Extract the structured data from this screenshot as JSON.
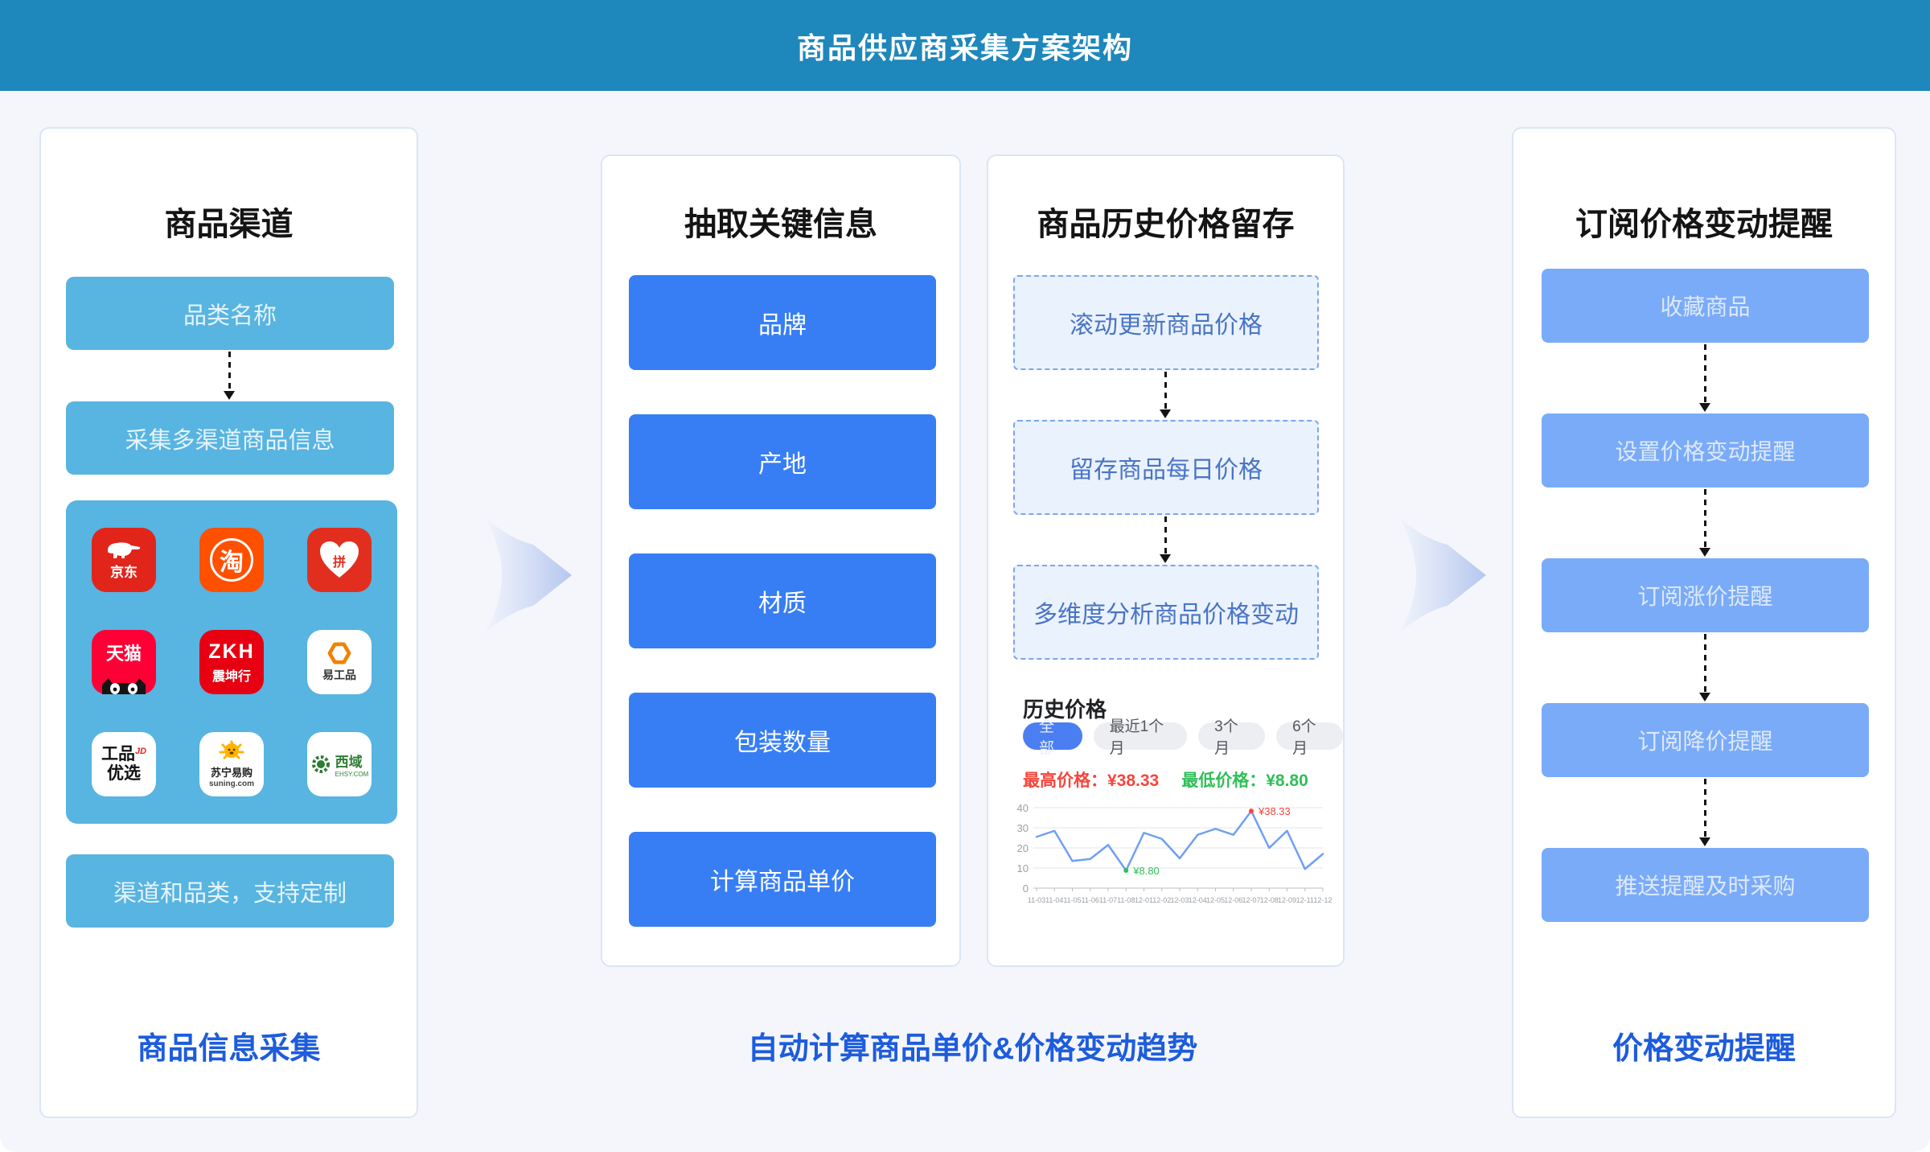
{
  "header": {
    "title": "商品供应商采集方案架构"
  },
  "columns": [
    {
      "title": "商品渠道",
      "boxes": [
        "品类名称",
        "采集多渠道商品信息"
      ],
      "custom_box": "渠道和品类，支持定制",
      "footer": "商品信息采集",
      "logos": [
        {
          "name": "jd",
          "label": "京东",
          "bg": "#e1251b"
        },
        {
          "name": "taobao",
          "label": "淘",
          "bg": "#ff5000"
        },
        {
          "name": "pinduoduo",
          "label": "拼",
          "bg": "#e22e1f"
        },
        {
          "name": "tmall",
          "label": "天猫",
          "bg": "#ff0036"
        },
        {
          "name": "zkh",
          "label": "ZKH",
          "sub": "震坤行",
          "bg": "#e60012"
        },
        {
          "name": "yigongpin",
          "label": "易工品",
          "bg": "#ffffff"
        },
        {
          "name": "gongpin-youxuan",
          "label": "工品",
          "jd": "JD",
          "sub": "优选",
          "bg": "#ffffff"
        },
        {
          "name": "suning",
          "label": "苏宁易购",
          "sub": "suning.com",
          "bg": "#ffffff"
        },
        {
          "name": "ehsy",
          "label": "西域",
          "sub": "EHSY.COM",
          "bg": "#ffffff"
        }
      ]
    },
    {
      "title": "抽取关键信息",
      "boxes": [
        "品牌",
        "产地",
        "材质",
        "包装数量",
        "计算商品单价"
      ]
    },
    {
      "title": "商品历史价格留存",
      "boxes": [
        "滚动更新商品价格",
        "留存商品每日价格",
        "多维度分析商品价格变动"
      ],
      "price_panel": {
        "title": "历史价格",
        "tabs": [
          {
            "label": "全部",
            "active": true
          },
          {
            "label": "最近1个月",
            "active": false
          },
          {
            "label": "3个月",
            "active": false
          },
          {
            "label": "6个月",
            "active": false
          }
        ],
        "max_label": "最高价格：",
        "max_value": "¥38.33",
        "min_label": "最低价格：",
        "min_value": "¥8.80"
      }
    },
    {
      "title": "订阅价格变动提醒",
      "boxes": [
        "收藏商品",
        "设置价格变动提醒",
        "订阅涨价提醒",
        "订阅降价提醒",
        "推送提醒及时采购"
      ],
      "footer": "价格变动提醒"
    }
  ],
  "mid_footer": "自动计算商品单价&价格变动趋势",
  "chart_data": {
    "type": "line",
    "title": "历史价格",
    "x": [
      "11-03",
      "11-04",
      "11-05",
      "11-06",
      "11-07",
      "11-08",
      "12-01",
      "12-02",
      "12-03",
      "12-04",
      "12-05",
      "12-06",
      "12-07",
      "12-08",
      "12-09",
      "12-11",
      "12-12"
    ],
    "values": [
      25.5,
      28.5,
      13.5,
      14.5,
      21.5,
      8.8,
      27.5,
      24.5,
      14.8,
      26.5,
      29.5,
      26.5,
      38.33,
      20,
      28.5,
      9.5,
      17
    ],
    "ylim": [
      0,
      40
    ],
    "yticks": [
      0,
      10,
      20,
      30,
      40
    ],
    "grid": "horizontal",
    "line_color": "#6f9ff5",
    "annotations": [
      {
        "index": 12,
        "text": "¥38.33",
        "color": "#f5463d",
        "role": "max"
      },
      {
        "index": 5,
        "text": "¥8.80",
        "color": "#2fbf57",
        "role": "min"
      }
    ]
  },
  "colors": {
    "header_bg": "#1e87bb",
    "col1_box": "#58b4e1",
    "col2_box": "#377ef5",
    "col4_box": "#7aabf8",
    "dashed_box_bg": "#eaf2fd",
    "dashed_box_border": "#7aa6ee",
    "footer_blue": "#1d5cdc",
    "max_red": "#f5463d",
    "min_green": "#2fbf57",
    "page_bg": "#f5f6fb"
  }
}
